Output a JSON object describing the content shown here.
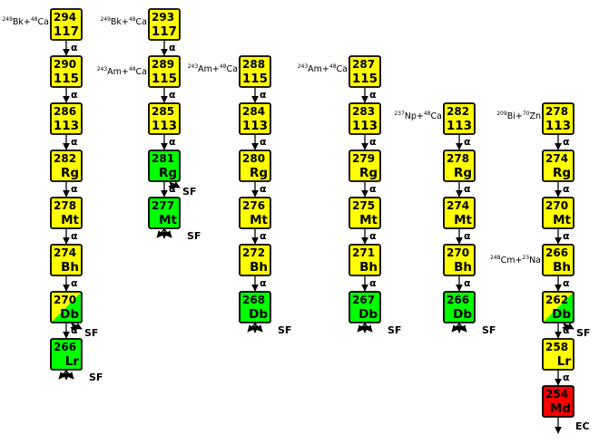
{
  "colors": {
    "alpha": "#ffff00",
    "sf": "#00ff00",
    "ec": "#ff0000",
    "outline": "#000000"
  },
  "chains": [
    {
      "reaction": {
        "target_mass": "249",
        "target": "Bk",
        "projectile_mass": "48",
        "projectile": "Ca"
      },
      "nodes": [
        {
          "mass": "294",
          "label": "117",
          "fill": "alpha"
        },
        {
          "mass": "290",
          "label": "115",
          "fill": "alpha"
        },
        {
          "mass": "286",
          "label": "113",
          "fill": "alpha"
        },
        {
          "mass": "282",
          "label": "Rg",
          "fill": "alpha"
        },
        {
          "mass": "278",
          "label": "Mt",
          "fill": "alpha"
        },
        {
          "mass": "274",
          "label": "Bh",
          "fill": "alpha"
        },
        {
          "mass": "270",
          "label": "Db",
          "fill": "split"
        },
        {
          "mass": "266",
          "label": "Lr",
          "fill": "sf",
          "mode": "SF"
        }
      ]
    },
    {
      "reaction": {
        "target_mass": "249",
        "target": "Bk",
        "projectile_mass": "48",
        "projectile": "Ca"
      },
      "nodes": [
        {
          "mass": "293",
          "label": "117",
          "fill": "alpha"
        },
        {
          "mass": "289",
          "label": "115",
          "fill": "alpha"
        },
        {
          "mass": "285",
          "label": "113",
          "fill": "alpha"
        },
        {
          "mass": "281",
          "label": "Rg",
          "fill": "sf"
        },
        {
          "mass": "277",
          "label": "Mt",
          "fill": "sf",
          "mode": "SF"
        }
      ],
      "extra_reactions": [
        {
          "node": 1,
          "target_mass": "243",
          "target": "Am",
          "projectile_mass": "48",
          "projectile": "Ca"
        }
      ]
    },
    {
      "reaction": {
        "target_mass": "243",
        "target": "Am",
        "projectile_mass": "48",
        "projectile": "Ca"
      },
      "nodes": [
        {
          "mass": "288",
          "label": "115",
          "fill": "alpha"
        },
        {
          "mass": "284",
          "label": "113",
          "fill": "alpha"
        },
        {
          "mass": "280",
          "label": "Rg",
          "fill": "alpha"
        },
        {
          "mass": "276",
          "label": "Mt",
          "fill": "alpha"
        },
        {
          "mass": "272",
          "label": "Bh",
          "fill": "alpha"
        },
        {
          "mass": "268",
          "label": "Db",
          "fill": "sf",
          "mode": "SF"
        }
      ]
    },
    {
      "reaction": {
        "target_mass": "243",
        "target": "Am",
        "projectile_mass": "48",
        "projectile": "Ca"
      },
      "nodes": [
        {
          "mass": "287",
          "label": "115",
          "fill": "alpha"
        },
        {
          "mass": "283",
          "label": "113",
          "fill": "alpha"
        },
        {
          "mass": "279",
          "label": "Rg",
          "fill": "alpha"
        },
        {
          "mass": "275",
          "label": "Mt",
          "fill": "alpha"
        },
        {
          "mass": "271",
          "label": "Bh",
          "fill": "alpha"
        },
        {
          "mass": "267",
          "label": "Db",
          "fill": "sf",
          "mode": "SF"
        }
      ]
    },
    {
      "reaction": {
        "target_mass": "237",
        "target": "Np",
        "projectile_mass": "48",
        "projectile": "Ca"
      },
      "nodes": [
        {
          "mass": "282",
          "label": "113",
          "fill": "alpha"
        },
        {
          "mass": "278",
          "label": "Rg",
          "fill": "alpha"
        },
        {
          "mass": "274",
          "label": "Mt",
          "fill": "alpha"
        },
        {
          "mass": "270",
          "label": "Bh",
          "fill": "alpha"
        },
        {
          "mass": "266",
          "label": "Db",
          "fill": "sf",
          "mode": "SF"
        }
      ]
    },
    {
      "reaction": {
        "target_mass": "209",
        "target": "Bi",
        "projectile_mass": "70",
        "projectile": "Zn"
      },
      "nodes": [
        {
          "mass": "278",
          "label": "113",
          "fill": "alpha"
        },
        {
          "mass": "274",
          "label": "Rg",
          "fill": "alpha"
        },
        {
          "mass": "270",
          "label": "Mt",
          "fill": "alpha"
        },
        {
          "mass": "266",
          "label": "Bh",
          "fill": "alpha"
        },
        {
          "mass": "262",
          "label": "Db",
          "fill": "split"
        },
        {
          "mass": "258",
          "label": "Lr",
          "fill": "alpha"
        },
        {
          "mass": "254",
          "label": "Md",
          "fill": "ec",
          "mode": "EC"
        }
      ],
      "extra_reactions": [
        {
          "node": 3,
          "target_mass": "248",
          "target": "Cm",
          "projectile_mass": "23",
          "projectile": "Na"
        }
      ]
    }
  ],
  "decay_labels": {
    "alpha": "α",
    "sf": "SF",
    "ec": "EC"
  }
}
